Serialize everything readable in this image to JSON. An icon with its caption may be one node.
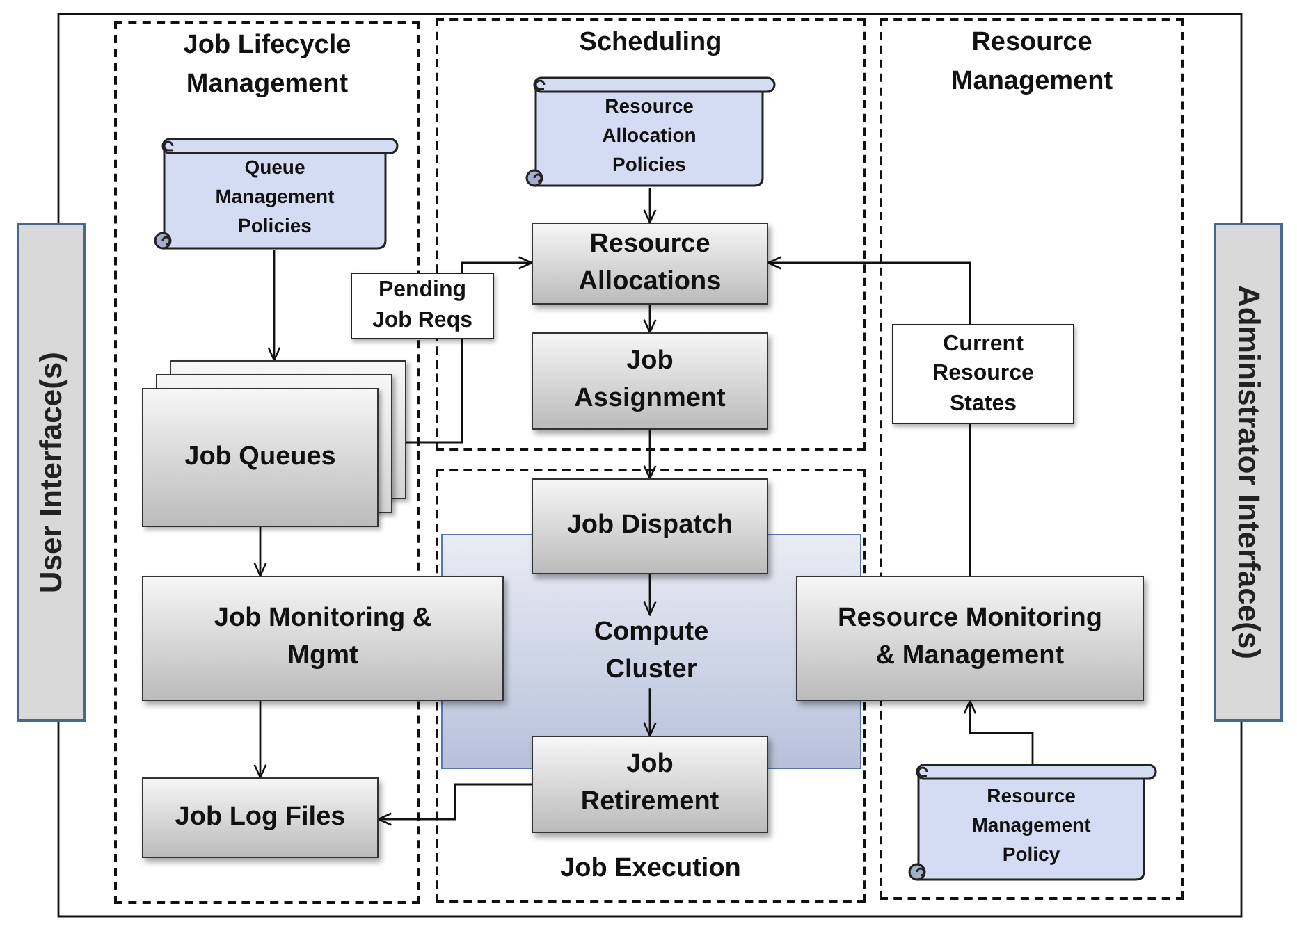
{
  "diagram": {
    "nodes": [
      {
        "text": [
          "User Interface(s)"
        ]
      },
      {
        "text": [
          "Job Lifecycle Management"
        ]
      },
      {
        "text": [
          "Queue Management Policies"
        ],
        "in": 1
      },
      {
        "text": [
          "Job Queues"
        ],
        "in": 1
      },
      {
        "text": [
          "Job Monitoring & Mgmt"
        ]
      },
      {
        "text": [
          "Job Log Files"
        ],
        "in": 1
      },
      {
        "text": [
          "Scheduling"
        ]
      },
      {
        "text": [
          "Resource Allocation Policies"
        ],
        "in": 6
      },
      {
        "text": [
          "Resource Allocations"
        ],
        "in": 6
      },
      {
        "text": [
          "Job Assignment"
        ],
        "in": 6
      },
      {
        "text": [
          "Job Execution"
        ]
      },
      {
        "text": [
          "Compute Cluster"
        ],
        "in": 10
      },
      {
        "text": [
          "Job Dispatch"
        ],
        "in": 10
      },
      {
        "text": [
          "Job Retirement"
        ],
        "in": 10
      },
      {
        "text": [
          "Resource Management"
        ]
      },
      {
        "text": [
          "Resource Monitoring & Management"
        ]
      },
      {
        "text": [
          "Resource Management Policy"
        ],
        "in": 14
      },
      {
        "text": [
          "Administrator Interface(s)"
        ]
      }
    ],
    "edges": [
      {
        "from": 2,
        "to": 3,
        "arrow": "to"
      },
      {
        "from": 3,
        "to": 8,
        "arrow": "to",
        "label": "Pending Job Reqs"
      },
      {
        "from": 7,
        "to": 8,
        "arrow": "to"
      },
      {
        "from": 8,
        "to": 9,
        "arrow": "to"
      },
      {
        "from": 9,
        "to": 12,
        "arrow": "to"
      },
      {
        "from": 12,
        "to": 11,
        "arrow": "to"
      },
      {
        "from": 11,
        "to": 13,
        "arrow": "to"
      },
      {
        "from": 3,
        "to": 4,
        "arrow": "to"
      },
      {
        "from": 4,
        "to": 5,
        "arrow": "to"
      },
      {
        "from": 13,
        "to": 5,
        "arrow": "to"
      },
      {
        "from": 15,
        "to": 8,
        "arrow": "to",
        "label": "Current Resource States"
      },
      {
        "from": 16,
        "to": 15,
        "arrow": "to"
      },
      {
        "from": 0,
        "to": 17,
        "arrow": "none"
      },
      {
        "from": 0,
        "to": 17,
        "arrow": "none"
      }
    ]
  }
}
